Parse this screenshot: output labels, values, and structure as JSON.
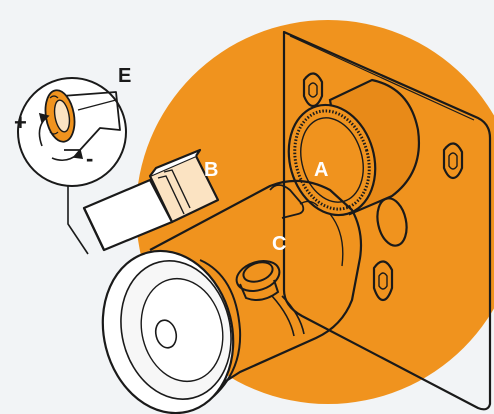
{
  "colors": {
    "background": "#f2f4f6",
    "highlight": "#f0931e",
    "highlight_dark": "#e07c10",
    "line": "#1a1a1a",
    "part_fill": "#ffffff",
    "label_on_highlight": "#ffffff"
  },
  "labels": {
    "a": "A",
    "b": "B",
    "c": "C",
    "e": "E",
    "plus": "+",
    "minus": "-"
  },
  "icons": {
    "rotate_cw": "rotate-arrow-icon",
    "rotate_ccw": "rotate-arrow-icon"
  }
}
